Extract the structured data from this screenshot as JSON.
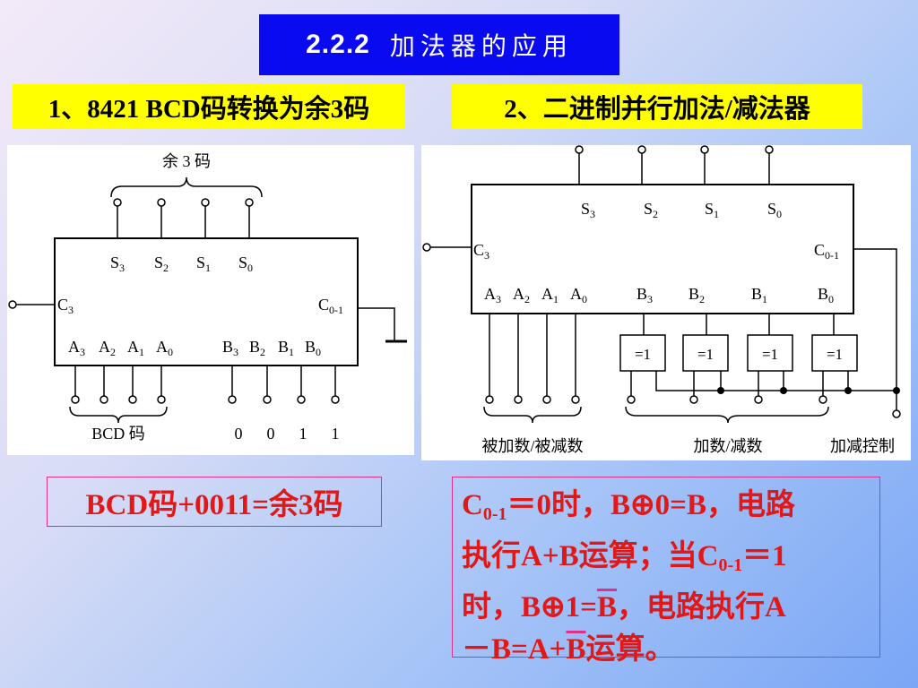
{
  "slide": {
    "section_number": "2.2.2",
    "title": "加法器的应用"
  },
  "headings": {
    "left": "1、8421 BCD码转换为余3码",
    "right": "2、二进制并行加法/减法器"
  },
  "left_diagram": {
    "top_brace_label": "余 3 码",
    "outputs": [
      "S3",
      "S2",
      "S1",
      "S0"
    ],
    "carry_in": "C3",
    "carry_out": "C0-1",
    "a_inputs": [
      "A3",
      "A2",
      "A1",
      "A0"
    ],
    "b_inputs": [
      "B3",
      "B2",
      "B1",
      "B0"
    ],
    "bottom_brace_label": "BCD 码",
    "b_constant_bits": [
      "0",
      "0",
      "1",
      "1"
    ]
  },
  "right_diagram": {
    "outputs": [
      "S3",
      "S2",
      "S1",
      "S0"
    ],
    "carry_in": "C3",
    "carry_out": "C0-1",
    "a_inputs": [
      "A3",
      "A2",
      "A1",
      "A0"
    ],
    "b_inputs": [
      "B3",
      "B2",
      "B1",
      "B0"
    ],
    "xor_gate_label": "=1",
    "label_augend": "被加数/被减数",
    "label_addend": "加数/减数",
    "label_control": "加减控制"
  },
  "formula_box": {
    "text": "BCD码+0011=余3码"
  },
  "explain_box": {
    "line1": "C0-1＝0时，B⊕0=B，电路",
    "line2": "执行A+B运算；当C0-1＝1",
    "line3": "时，B⊕1=B，电路执行A",
    "line4": "－B=A+B运算。"
  },
  "colors": {
    "title_bg": "#0a0af0",
    "heading_bg": "#ffff00",
    "emphasis_text": "#e01818",
    "box_border": "#e0308a"
  }
}
